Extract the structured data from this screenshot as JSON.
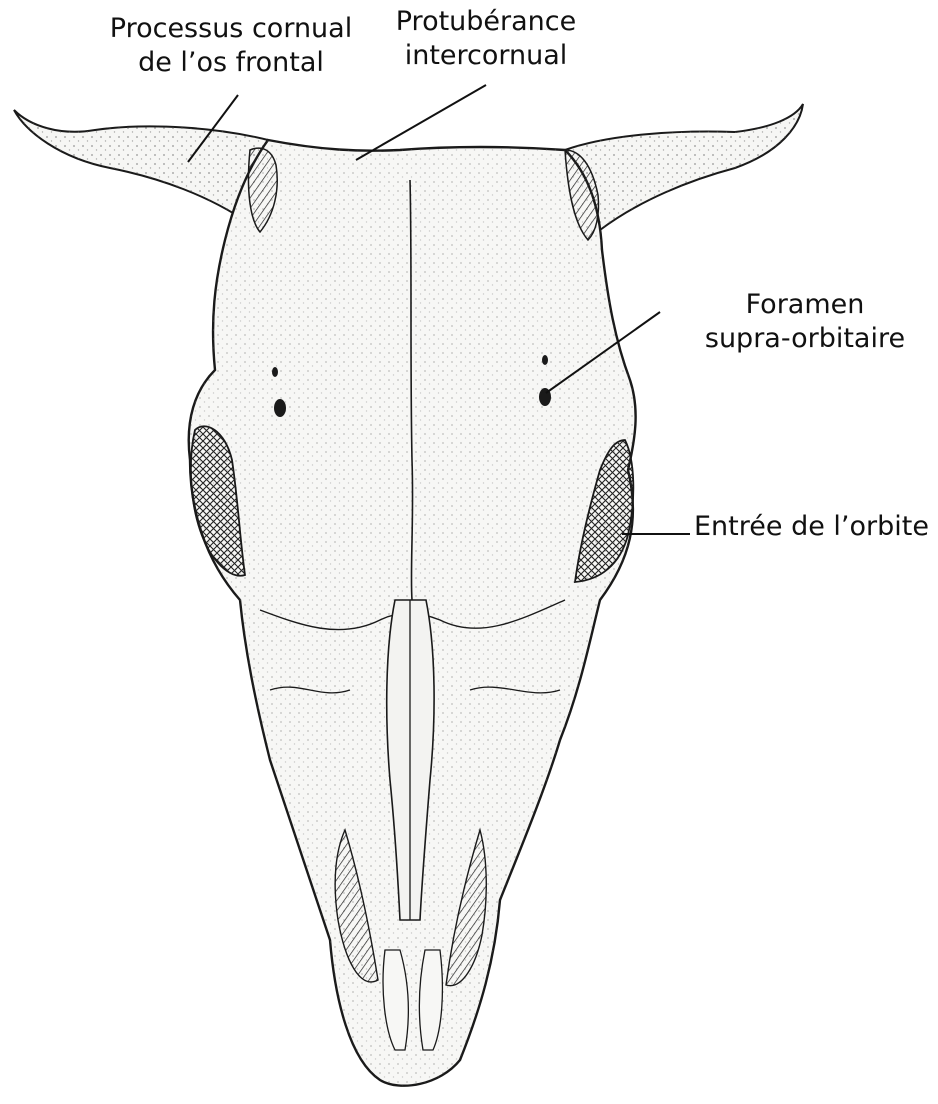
{
  "labels": {
    "cornual": {
      "line1": "Processus cornual",
      "line2": "de l’os frontal"
    },
    "protuberance": {
      "line1": "Protubérance",
      "line2": "intercornual"
    },
    "supra_orbitaire": {
      "line1": "Foramen",
      "line2": "supra-orbitaire"
    },
    "orbite": {
      "line1": "Entrée de l’orbite"
    }
  },
  "colors": {
    "ink": "#1a1a1a",
    "bone": "#f7f7f5",
    "shade": "#d9d9d6",
    "text": "#111111"
  }
}
